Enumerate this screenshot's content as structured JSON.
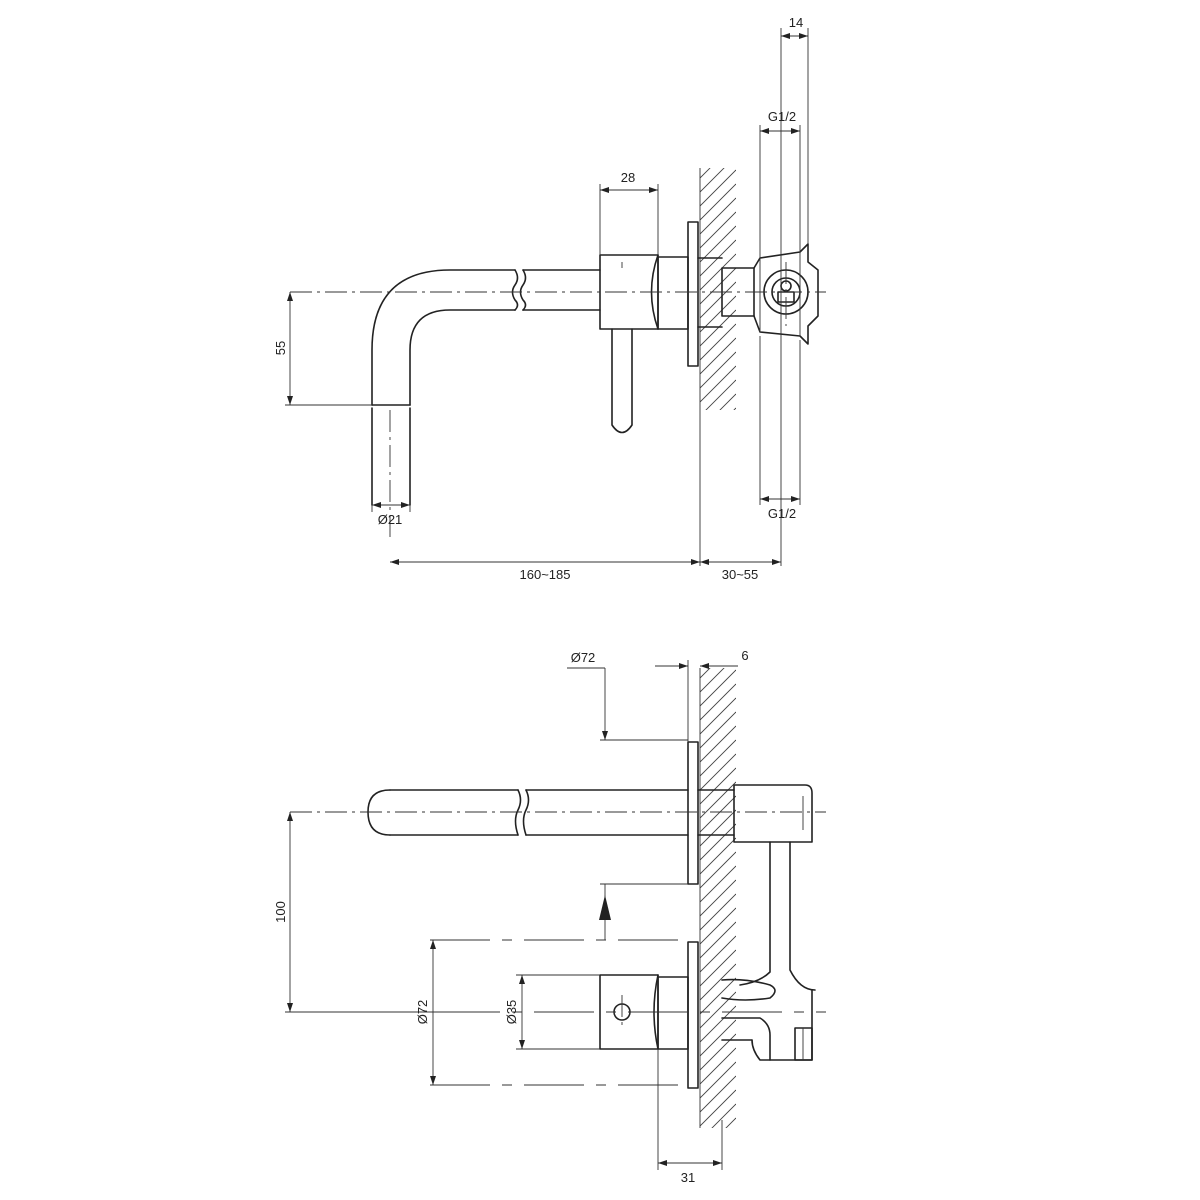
{
  "side_view": {
    "dim_top_14": "14",
    "dim_g_top": "G1/2",
    "dim_28": "28",
    "dim_55": "55",
    "dim_d21": "Ø21",
    "dim_g_bottom": "G1/2",
    "dim_160_185": "160~185",
    "dim_30_55": "30~55"
  },
  "top_view": {
    "dim_d72_top": "Ø72",
    "dim_6": "6",
    "dim_100": "100",
    "dim_d72_left": "Ø72",
    "dim_d35": "Ø35",
    "dim_31": "31"
  },
  "colors": {
    "line": "#222222",
    "background": "#ffffff"
  }
}
